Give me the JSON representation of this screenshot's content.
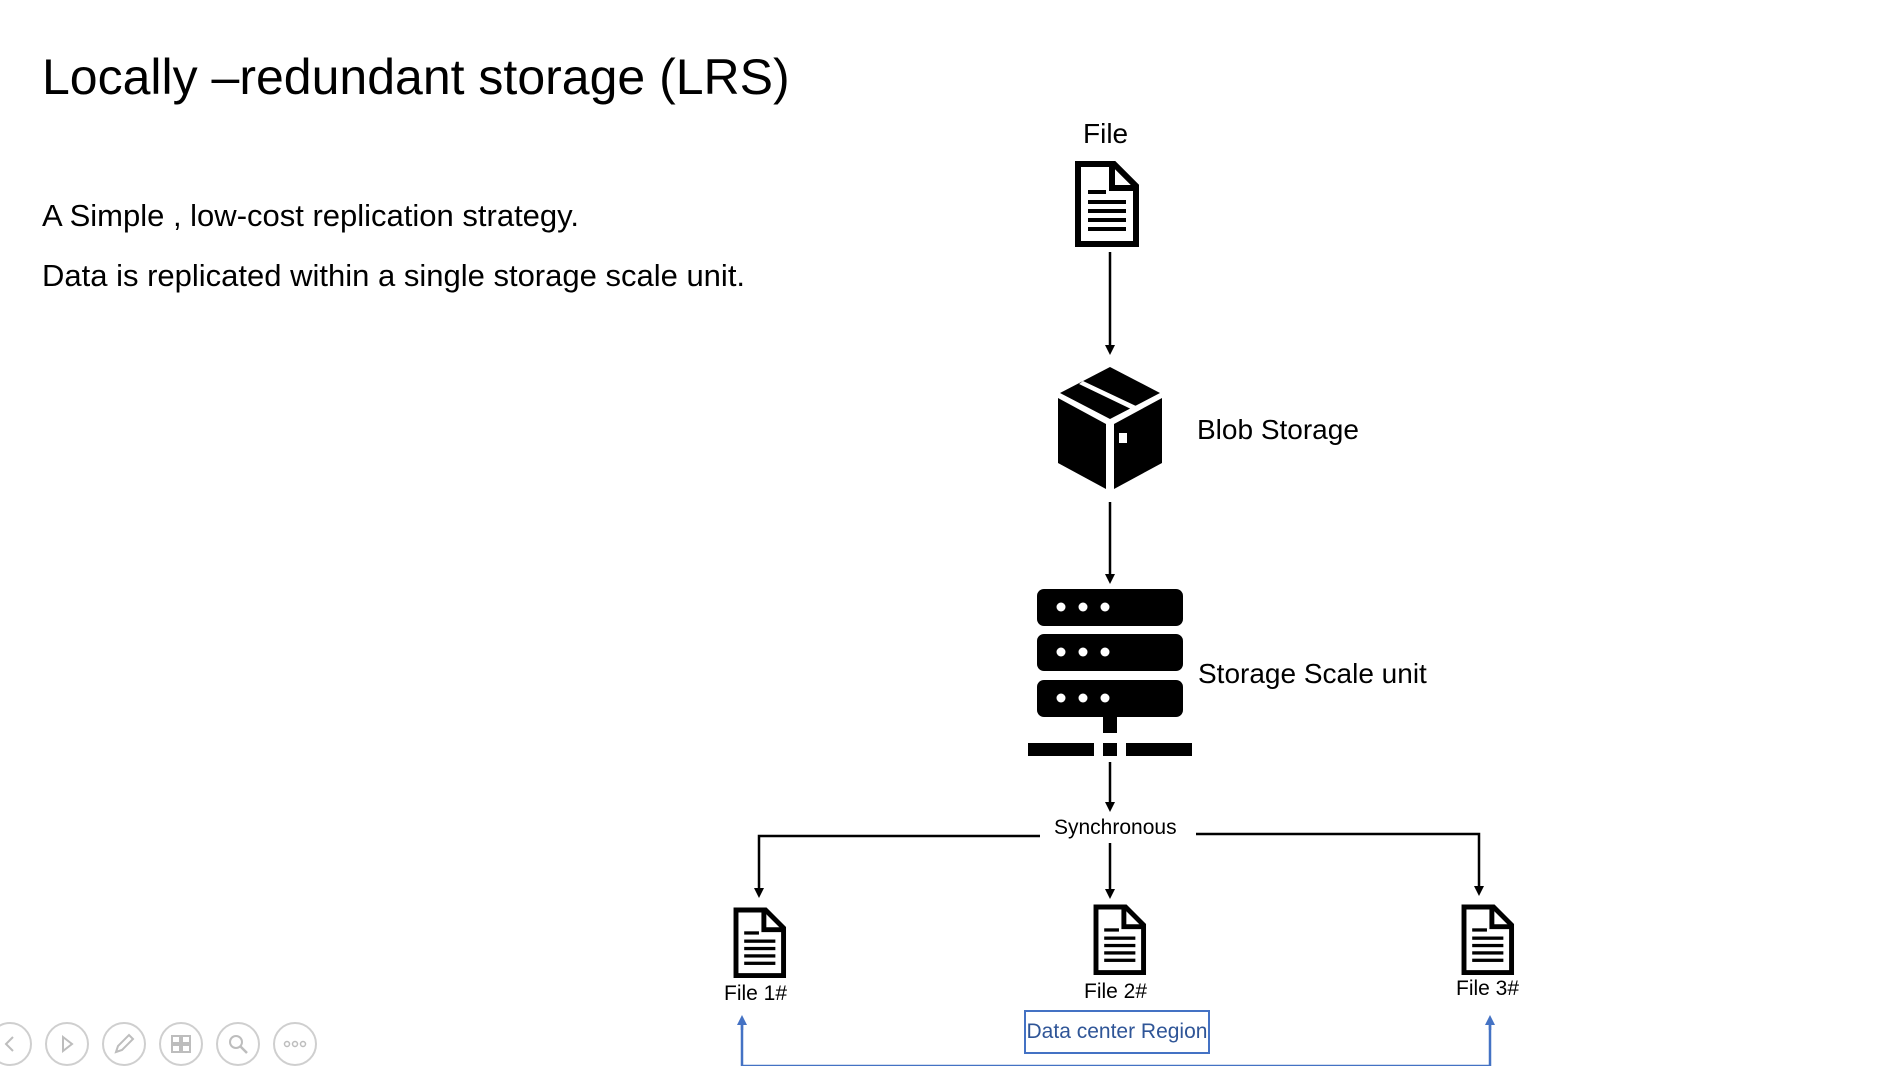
{
  "title": "Locally –redundant storage (LRS)",
  "bullets": [
    "A Simple , low-cost replication strategy.",
    "Data is replicated within a single storage scale unit."
  ],
  "diagram": {
    "source_label": "File",
    "blob_label": "Blob Storage",
    "scale_unit_label": "Storage Scale unit",
    "sync_label": "Synchronous",
    "replicas": [
      "File 1#",
      "File 2#",
      "File 3#"
    ],
    "region_label": "Data center Region",
    "region_color": "#4472c4"
  },
  "toolbar": {
    "icons": [
      "previous-icon",
      "next-icon",
      "pen-icon",
      "slides-icon",
      "zoom-icon",
      "more-icon"
    ]
  }
}
